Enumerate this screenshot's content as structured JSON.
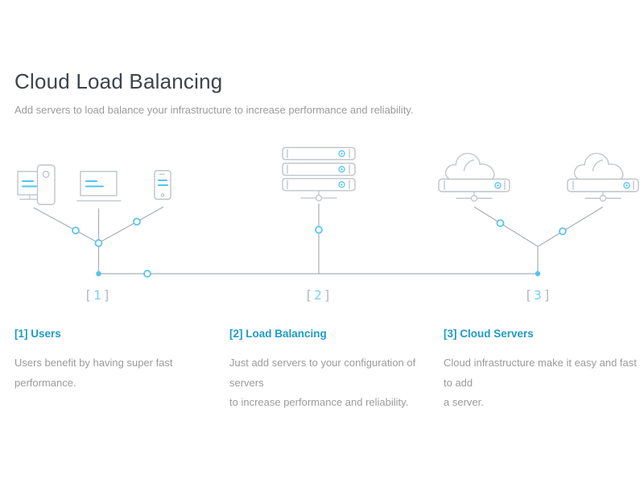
{
  "page": {
    "title": "Cloud Load Balancing",
    "subtitle": "Add servers to load balance your infrastructure to increase performance and reliability."
  },
  "diagram": {
    "node_labels": [
      {
        "open": "[",
        "number": "1",
        "close": "]"
      },
      {
        "open": "[",
        "number": "2",
        "close": "]"
      },
      {
        "open": "[",
        "number": "3",
        "close": "]"
      }
    ],
    "icons": [
      "desktop-computer-icon",
      "laptop-icon",
      "smartphone-icon",
      "server-stack-icon",
      "cloud-server-icon",
      "cloud-server-icon"
    ]
  },
  "sections": [
    {
      "heading": "[1] Users",
      "body": "Users benefit by having super fast performance."
    },
    {
      "heading": "[2] Load Balancing",
      "body": "Just add servers to your configuration of servers\nto increase performance and reliability."
    },
    {
      "heading": "[3] Cloud Servers",
      "body": "Cloud infrastructure make it easy and fast to add\na server."
    }
  ],
  "colors": {
    "accent": "#53c4ef",
    "heading": "#1e9bc7",
    "title": "#3e444a",
    "body": "#9b9b9b",
    "connector": "#a8afb4",
    "outline": "#bdc4c9",
    "label-bracket": "#b2b9bf",
    "label-number": "#79d3f3"
  }
}
